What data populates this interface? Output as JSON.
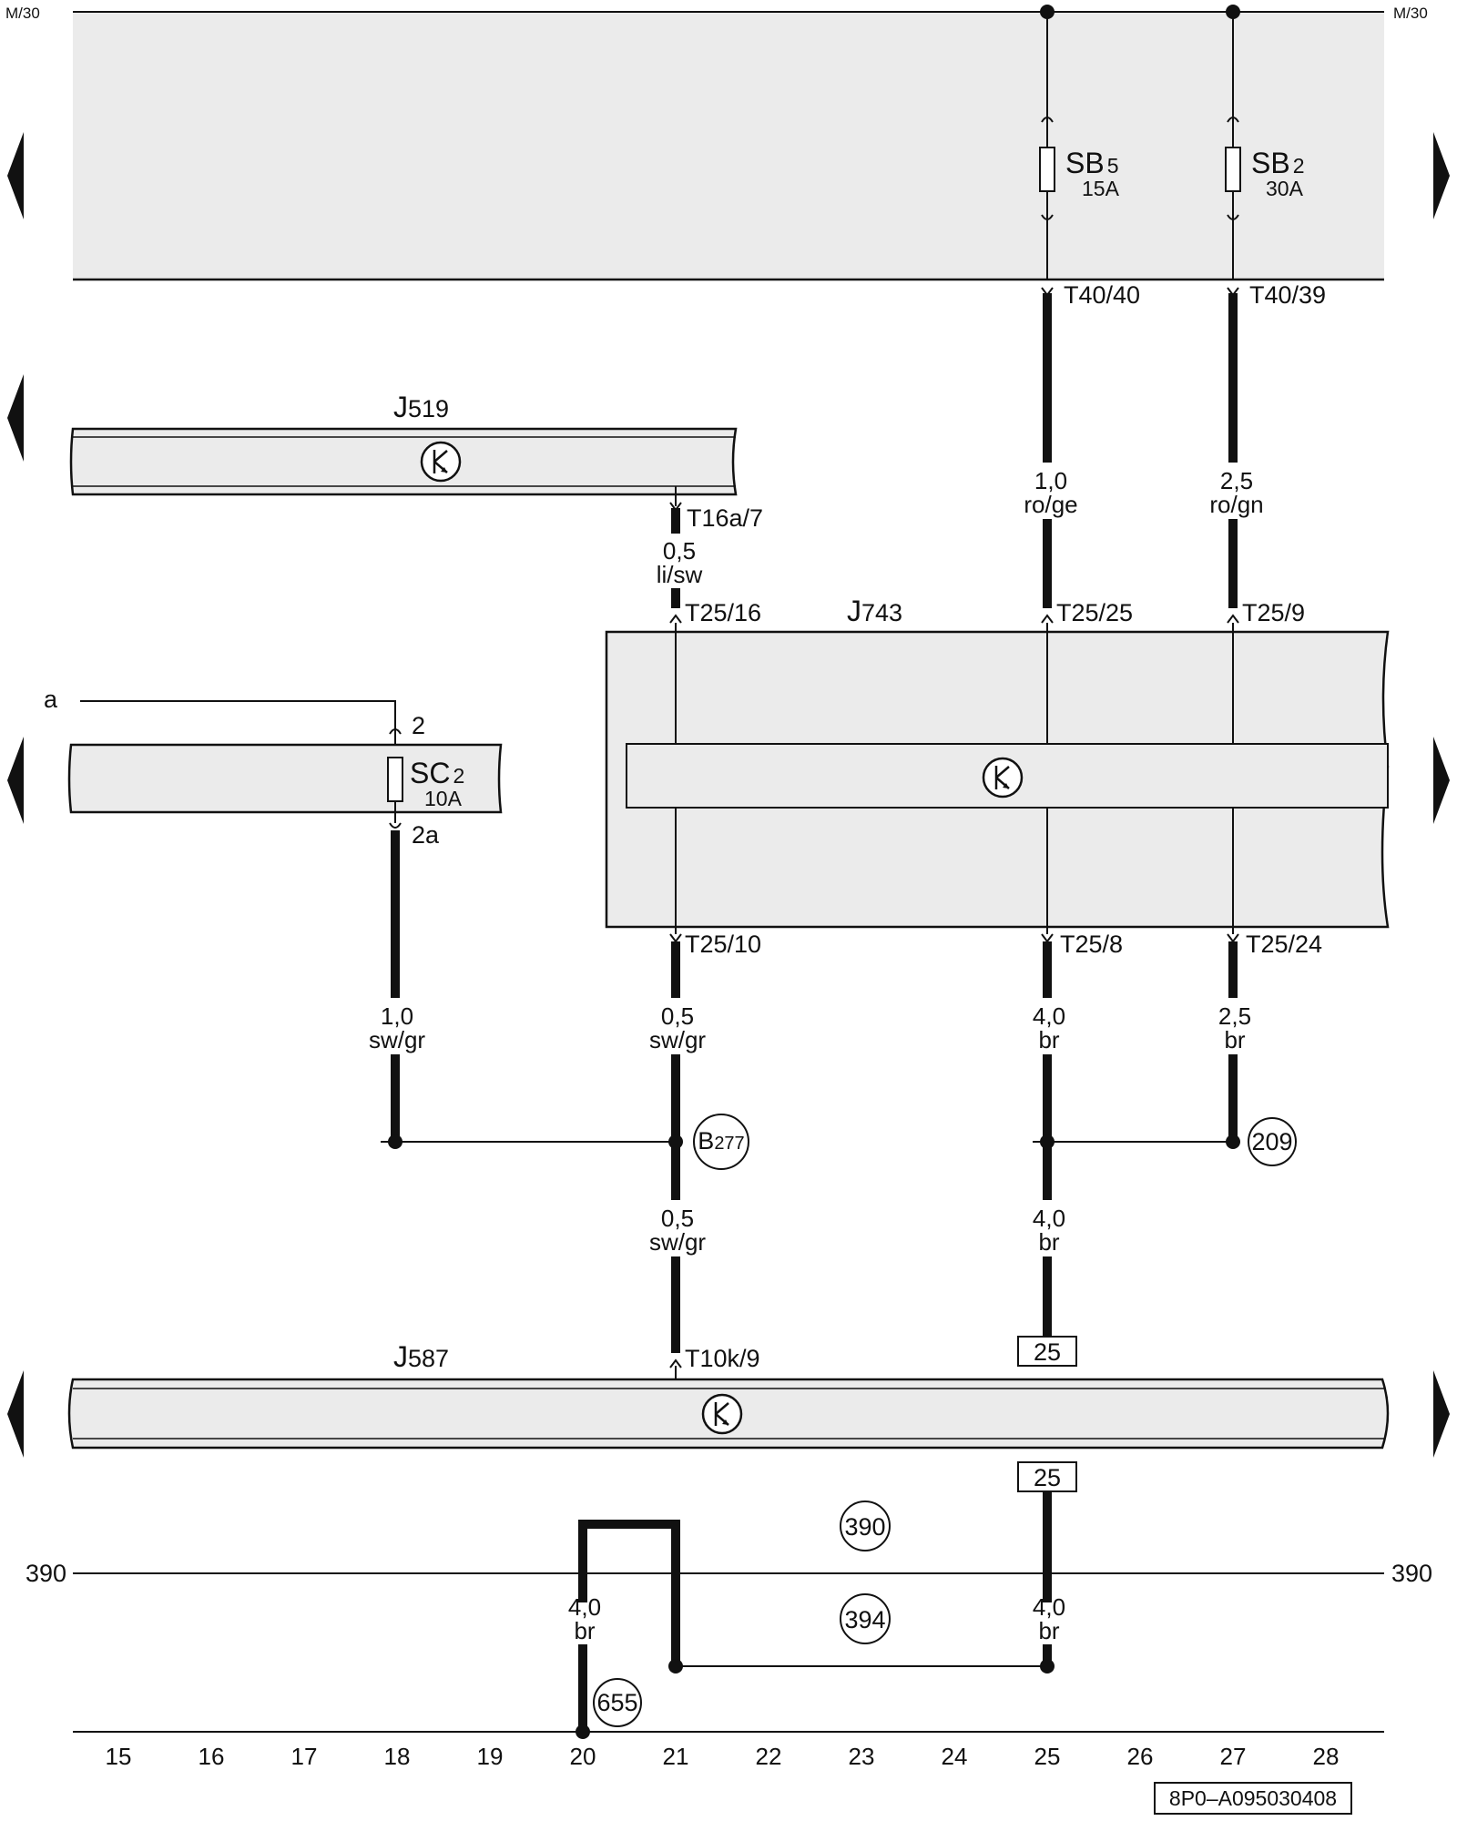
{
  "rails": {
    "m30_left": "M/30",
    "m30_right": "M/30",
    "r390_left": "390",
    "r390_right": "390"
  },
  "fuses": {
    "sb5": {
      "name": "SB",
      "num": "5",
      "rating": "15A"
    },
    "sb2": {
      "name": "SB",
      "num": "2",
      "rating": "30A"
    },
    "sc2": {
      "name": "SC",
      "num": "2",
      "rating": "10A"
    }
  },
  "components": {
    "j519": {
      "name": "J",
      "num": "519"
    },
    "j743": {
      "name": "J",
      "num": "743"
    },
    "j587": {
      "name": "J",
      "num": "587"
    }
  },
  "pins": {
    "t40_40": "T40/40",
    "t40_39": "T40/39",
    "t16a_7": "T16a/7",
    "t25_16": "T25/16",
    "t25_25": "T25/25",
    "t25_9": "T25/9",
    "t25_10": "T25/10",
    "t25_8": "T25/8",
    "t25_24": "T25/24",
    "t10k_9": "T10k/9",
    "sc2_in": "2",
    "sc2_out": "2a",
    "a_ref": "a"
  },
  "wires": {
    "w1": {
      "size": "1,0",
      "color": "ro/ge"
    },
    "w2": {
      "size": "2,5",
      "color": "ro/gn"
    },
    "w3": {
      "size": "0,5",
      "color": "li/sw"
    },
    "w4": {
      "size": "1,0",
      "color": "sw/gr"
    },
    "w5": {
      "size": "0,5",
      "color": "sw/gr"
    },
    "w6": {
      "size": "4,0",
      "color": "br"
    },
    "w7": {
      "size": "2,5",
      "color": "br"
    },
    "w8": {
      "size": "0,5",
      "color": "sw/gr"
    },
    "w9": {
      "size": "4,0",
      "color": "br"
    },
    "w10": {
      "size": "4,0",
      "color": "br"
    },
    "w11": {
      "size": "4,0",
      "color": "br"
    }
  },
  "refs": {
    "b277": {
      "name": "B",
      "num": "277"
    },
    "r209": "209",
    "r390": "390",
    "r394": "394",
    "r655": "655",
    "box25_top": "25",
    "box25_bottom": "25"
  },
  "columns": [
    "15",
    "16",
    "17",
    "18",
    "19",
    "20",
    "21",
    "22",
    "23",
    "24",
    "25",
    "26",
    "27",
    "28"
  ],
  "doc_id": "8P0–A095030408"
}
